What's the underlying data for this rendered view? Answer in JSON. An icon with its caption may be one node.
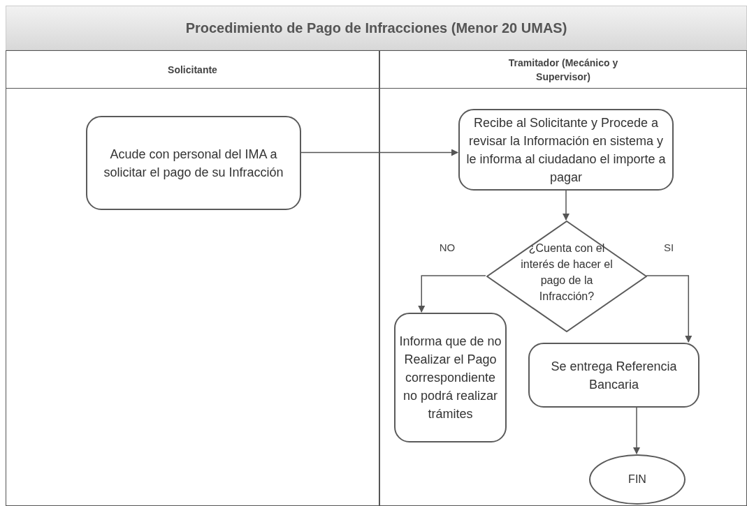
{
  "diagram": {
    "title": "Procedimiento de Pago de Infracciones (Menor 20 UMAS)",
    "nodes": [
      {
        "text": [
          "Solicitante"
        ]
      },
      {
        "text": [
          "Tramitador (Mecánico y Supervisor)"
        ]
      },
      {
        "text": [
          "Acude con personal del IMA a solicitar el pago de su Infracción"
        ],
        "in": 0
      },
      {
        "text": [
          "Recibe al Solicitante y Procede a revisar la Información en sistema y le informa al ciudadano el importe a pagar"
        ],
        "in": 1
      },
      {
        "text": [
          "¿Cuenta con el interés de hacer el pago de la Infracción?"
        ],
        "in": 1
      },
      {
        "text": [
          "Informa que de no Realizar el Pago correspondiente no podrá realizar trámites"
        ],
        "in": 1
      },
      {
        "text": [
          "Se entrega Referencia Bancaria"
        ],
        "in": 1
      },
      {
        "text": [
          "FIN"
        ],
        "in": 1
      }
    ],
    "edges": [
      {
        "from": 2,
        "to": 3,
        "arrow": "to"
      },
      {
        "from": 3,
        "to": 4,
        "arrow": "to"
      },
      {
        "from": 4,
        "to": 5,
        "arrow": "to",
        "label": "NO"
      },
      {
        "from": 4,
        "to": 6,
        "arrow": "to",
        "label": "SI"
      },
      {
        "from": 6,
        "to": 7,
        "arrow": "to"
      }
    ]
  }
}
